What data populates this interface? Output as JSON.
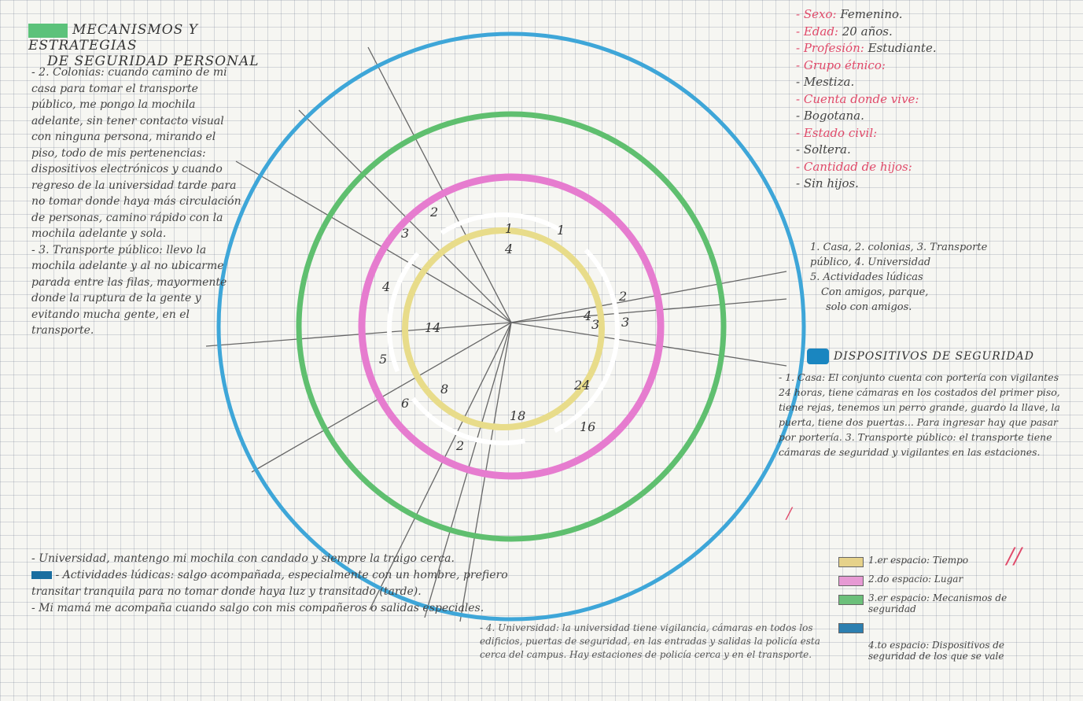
{
  "left_section": {
    "title_line1": "MECANISMOS Y ESTRATEGIAS",
    "title_line2": "DE SEGURIDAD PERSONAL",
    "paragraphs": [
      "- 2. Colonias: cuando camino de mi casa para tomar el transporte público, me pongo la mochila adelante, sin tener contacto visual con ninguna persona, mirando el piso, todo de mis pertenencias: dispositivos electrónicos y cuando regreso de la universidad tarde para no tomar donde haya más circulación de personas, camino rápido con la mochila adelante y sola.",
      "- 3. Transporte público: llevo la mochila adelante y al no ubicarme parada entre las filas, mayormente donde la ruptura de la gente y evitando mucha gente, en el transporte."
    ],
    "bottom_paragraphs": [
      "- Universidad, mantengo mi mochila con candado y siempre la traigo cerca.",
      "- Actividades lúdicas: salgo acompañada, especialmente con un hombre, prefiero transitar tranquila para no tomar donde haya luz y transitado (tarde).",
      "- Mi mamá me acompaña cuando salgo con mis compañeros o salidas especiales."
    ]
  },
  "profile": {
    "fields": [
      {
        "key": "Sexo:",
        "value": "Femenino."
      },
      {
        "key": "Edad:",
        "value": "20 años."
      },
      {
        "key": "Profesión:",
        "value": "Estudiante."
      },
      {
        "key": "Grupo étnico:",
        "value": ""
      },
      {
        "key": "",
        "value": "- Mestiza."
      },
      {
        "key": "Cuenta donde vive:",
        "value": ""
      },
      {
        "key": "",
        "value": "- Bogotana."
      },
      {
        "key": "Estado civil:",
        "value": ""
      },
      {
        "key": "",
        "value": "- Soltera."
      },
      {
        "key": "Cantidad de hijos:",
        "value": ""
      },
      {
        "key": "",
        "value": "- Sin hijos."
      }
    ]
  },
  "right_notes": {
    "lines": [
      "1. Casa, 2. colonias, 3. Transporte público, 4. Universidad",
      "5. Actividades lúdicas",
      "Con amigos, parque,",
      "solo con amigos."
    ]
  },
  "dispositivos": {
    "title": "DISPOSITIVOS DE SEGURIDAD",
    "text": "- 1. Casa: El conjunto cuenta con portería con vigilantes 24 horas, tiene cámaras en los costados del primer piso, tiene rejas, tenemos un perro grande, guardo la llave, la puerta, tiene dos puertas... Para ingresar hay que pasar por portería. 3. Transporte público: el transporte tiene cámaras de seguridad y vigilantes en las estaciones."
  },
  "red_notes": {
    "text": "- 4. Universidad: la universidad tiene vigilancia, cámaras en todos los edificios, puertas de seguridad, en las entradas y salidas la policía esta cerca del campus. Hay estaciones de policía cerca y en el transporte."
  },
  "legend": {
    "items": [
      {
        "label": "1.er espacio: Tiempo",
        "color": "#e6d28a"
      },
      {
        "label": "2.do espacio: Lugar",
        "color": "#e79ad4"
      },
      {
        "label": "3.er espacio: Mecanismos de seguridad",
        "color": "#6cc07a"
      },
      {
        "label": "",
        "color": "#2c7fb0"
      },
      {
        "label": "4.to espacio: Dispositivos de seguridad de los que se vale",
        "color": ""
      }
    ]
  },
  "diagram": {
    "numbers": [
      "1",
      "2",
      "3",
      "4",
      "5",
      "6",
      "2",
      "3",
      "1",
      "4",
      "14",
      "24",
      "16",
      "18",
      "8",
      "2",
      "3",
      "4"
    ],
    "ring_colors": {
      "blue": "#3ea6d8",
      "green": "#5fbf6f",
      "pink": "#e67ccf",
      "yellow": "#e8dc8a"
    }
  }
}
